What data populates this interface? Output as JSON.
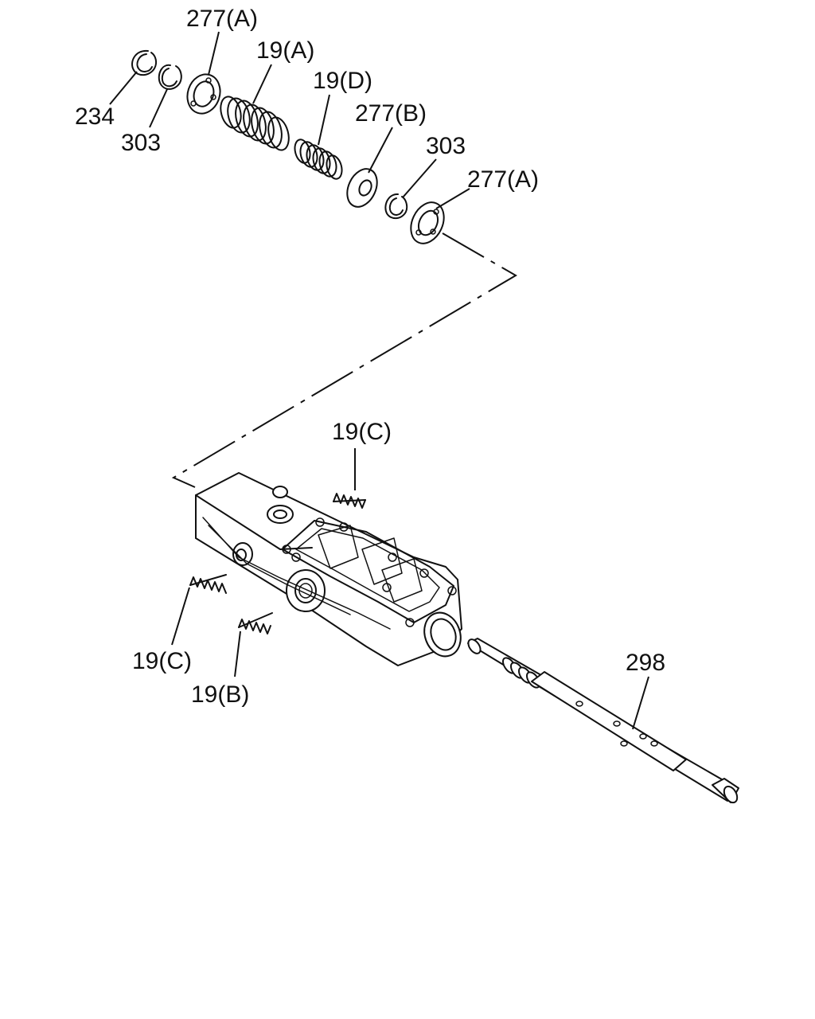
{
  "callouts": {
    "c234": "234",
    "c303_top": "303",
    "c277a_top": "277(A)",
    "c19a": "19(A)",
    "c19d": "19(D)",
    "c277b": "277(B)",
    "c303_mid": "303",
    "c277a_mid": "277(A)",
    "c19c_top": "19(C)",
    "c19c_left": "19(C)",
    "c19b": "19(B)",
    "c298": "298"
  }
}
